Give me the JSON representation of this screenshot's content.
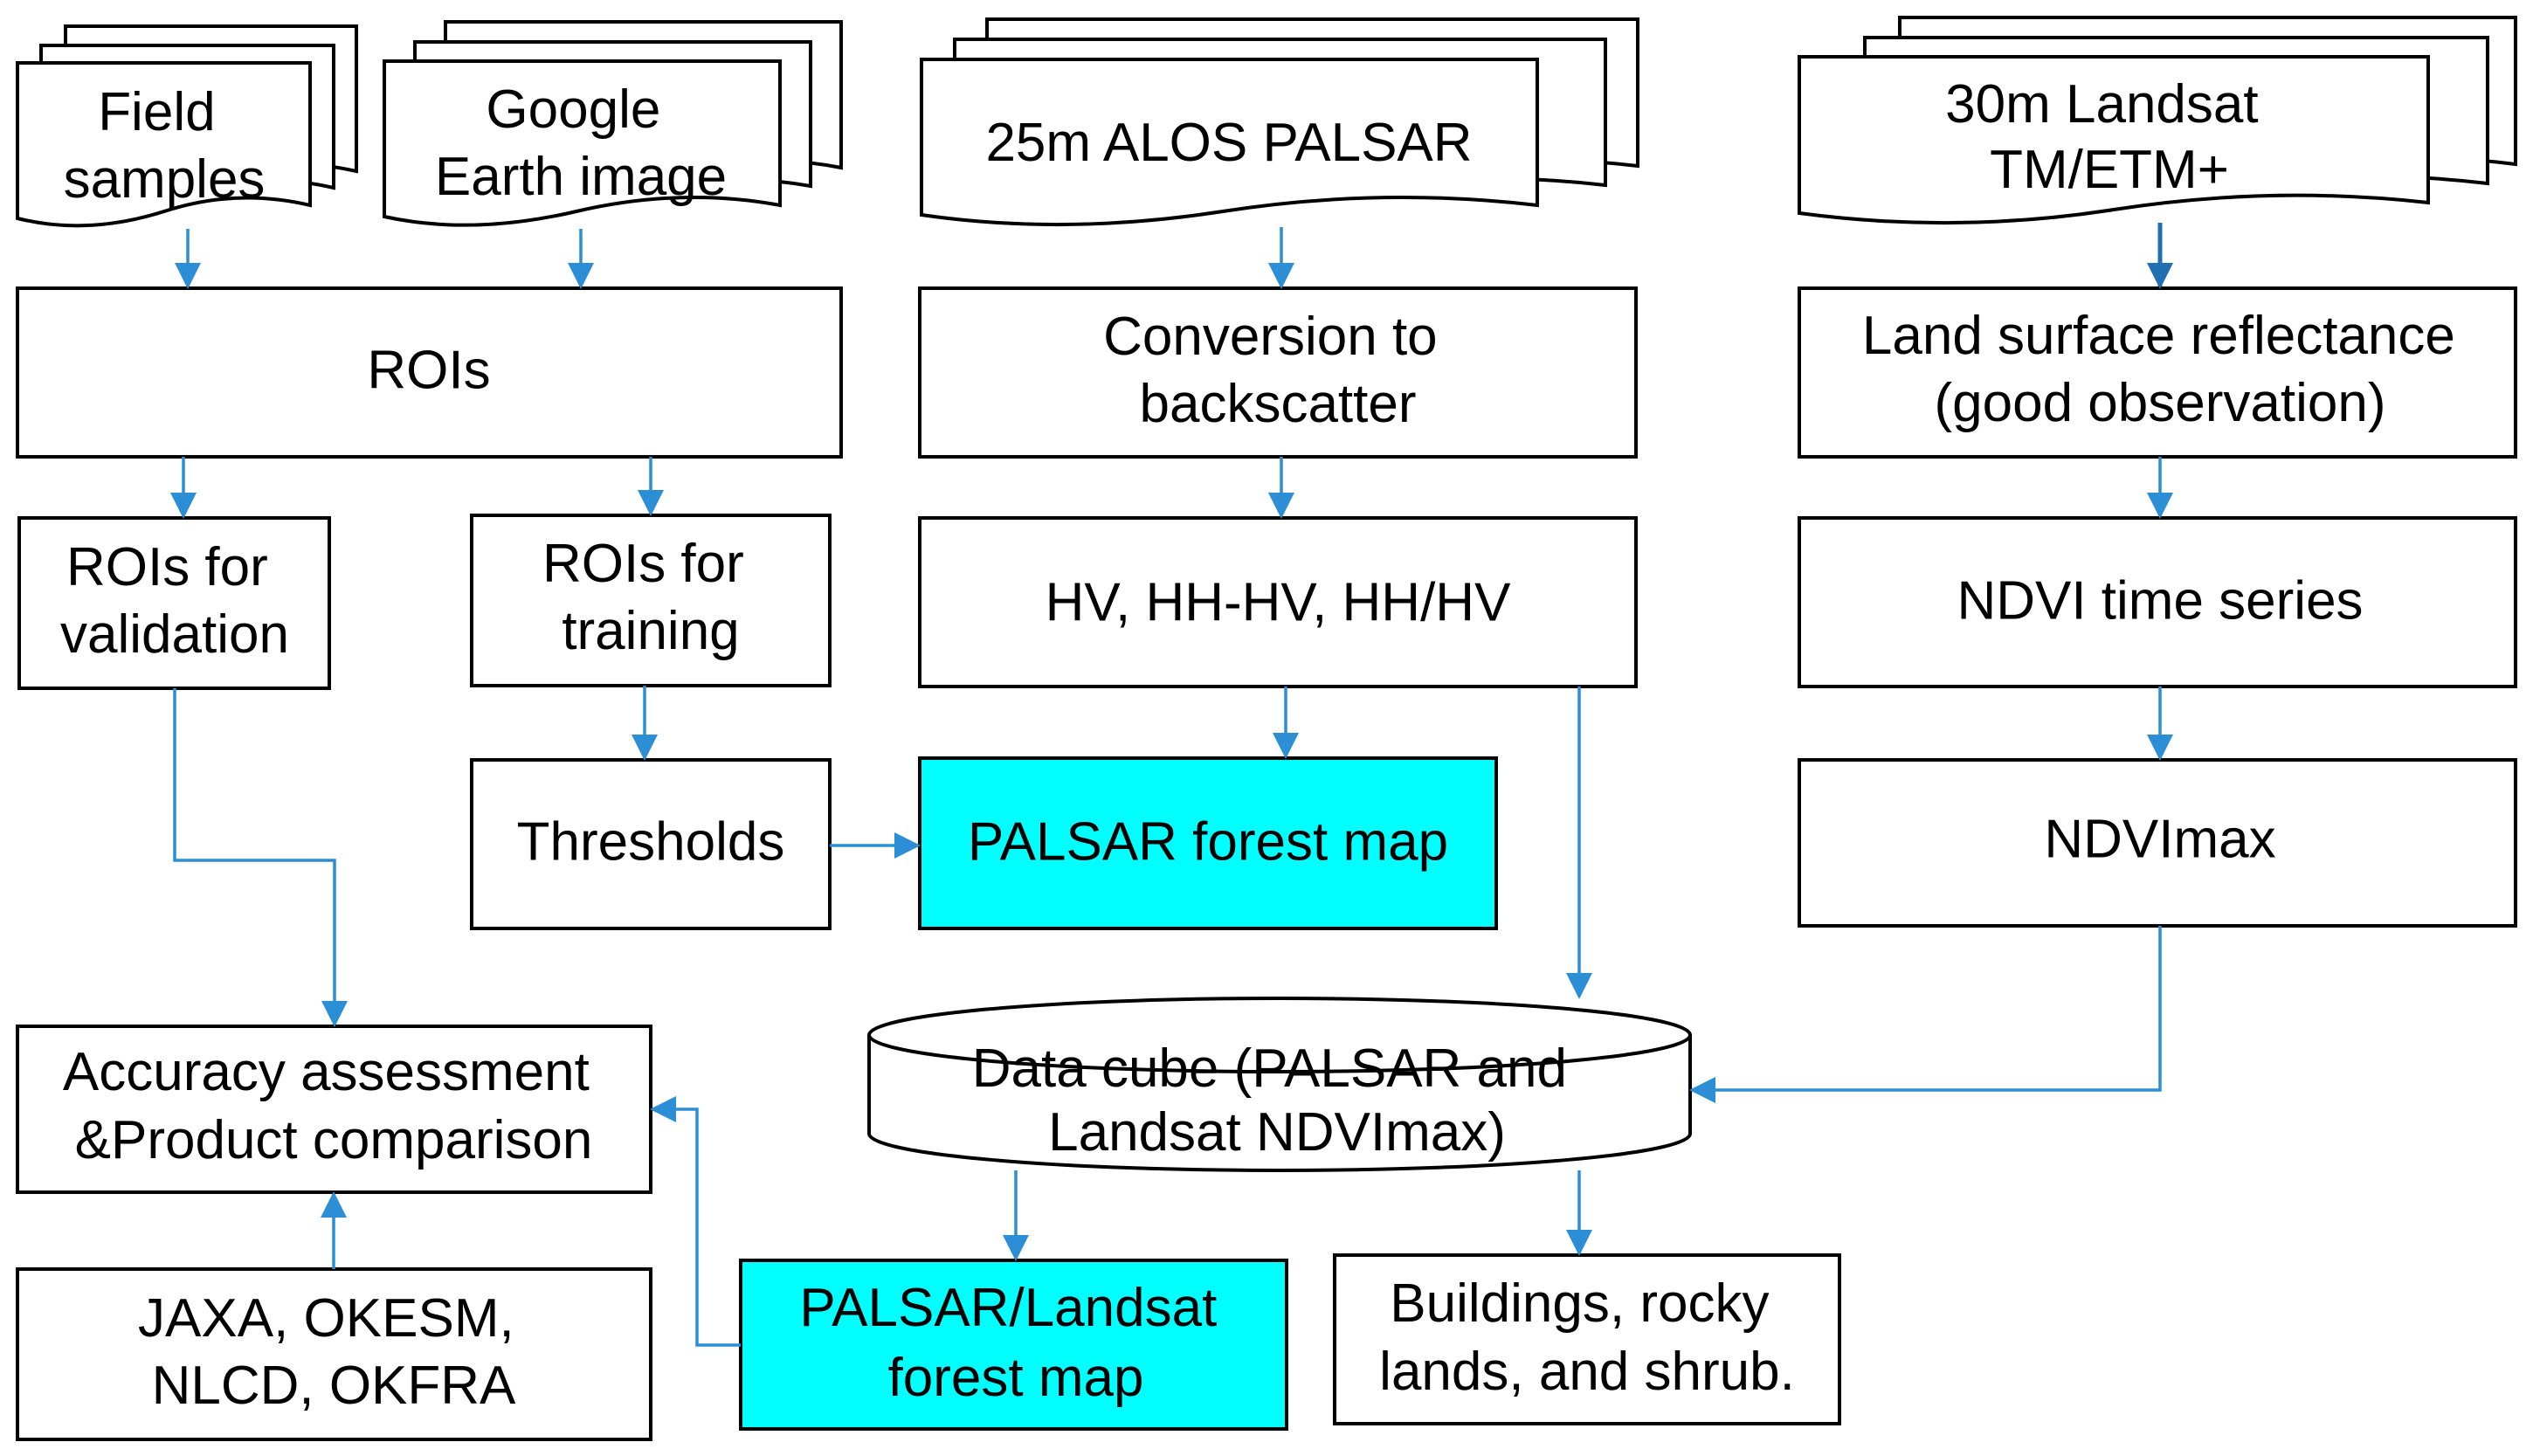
{
  "colors": {
    "connector": "#2c8fd6",
    "connector_dark": "#1f6fb2",
    "highlight_fill": "#00ffff",
    "box_stroke": "#000000",
    "box_fill": "#ffffff"
  },
  "inputs": {
    "field_samples": [
      "Field",
      "samples"
    ],
    "google_earth": [
      "Google",
      "Earth image"
    ],
    "alos_palsar": [
      "25m ALOS PALSAR"
    ],
    "landsat": [
      "30m Landsat",
      "TM/ETM+"
    ]
  },
  "process": {
    "rois": [
      "ROIs"
    ],
    "rois_validation": [
      "ROIs for",
      "validation"
    ],
    "rois_training": [
      "ROIs for",
      "training"
    ],
    "thresholds": [
      "Thresholds"
    ],
    "conversion": [
      "Conversion to",
      "backscatter"
    ],
    "hv_bands": [
      "HV, HH-HV, HH/HV"
    ],
    "palsar_forest_map": [
      "PALSAR forest map"
    ],
    "land_surface": [
      "Land surface reflectance",
      "(good observation)"
    ],
    "ndvi_series": [
      "NDVI time series"
    ],
    "ndvimax": [
      "NDVImax"
    ],
    "data_cube": [
      "Data cube (PALSAR and",
      "Landsat NDVImax)"
    ],
    "accuracy": [
      "Accuracy assessment",
      "&Product comparison"
    ],
    "products": [
      "JAXA, OKESM,",
      "NLCD, OKFRA"
    ],
    "palsar_landsat_map": [
      "PALSAR/Landsat",
      "forest map"
    ],
    "buildings": [
      "Buildings, rocky",
      "lands, and shrub."
    ]
  }
}
